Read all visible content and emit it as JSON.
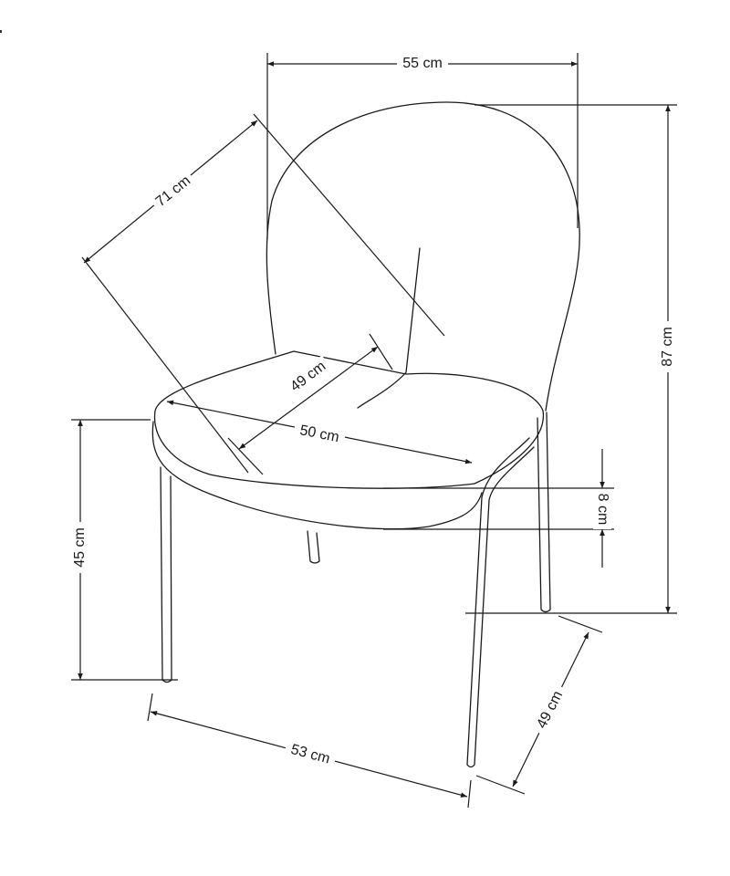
{
  "dimensions": {
    "width_top": "55 cm",
    "height_total": "87 cm",
    "backrest_diagonal": "71 cm",
    "seat_depth": "49 cm",
    "seat_width": "50 cm",
    "seat_height": "45 cm",
    "seat_thickness": "8 cm",
    "base_width": "53 cm",
    "base_depth": "49 cm"
  }
}
